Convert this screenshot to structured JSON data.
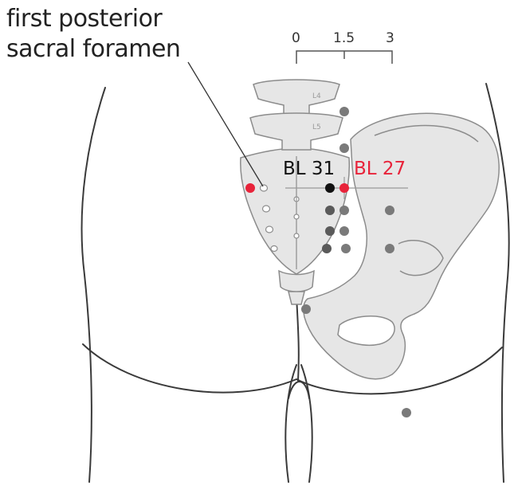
{
  "annotation": {
    "line1": "first posterior",
    "line2": "sacral foramen"
  },
  "scale": {
    "ticks": [
      "0",
      "1.5",
      "3"
    ]
  },
  "vertebrae": {
    "upper": "L4",
    "lower": "L5"
  },
  "points": {
    "bl31": {
      "label": "BL 31",
      "color": "#111111"
    },
    "bl27": {
      "label": "BL 27",
      "color": "#e8233a"
    }
  },
  "colors": {
    "bone_fill": "#e6e6e6",
    "bone_stroke": "#8c8c8c",
    "body_outline": "#3a3a3a",
    "marker_gray": "#7a7a7a",
    "marker_dark": "#5a5a5a",
    "marker_red": "#e8233a"
  }
}
